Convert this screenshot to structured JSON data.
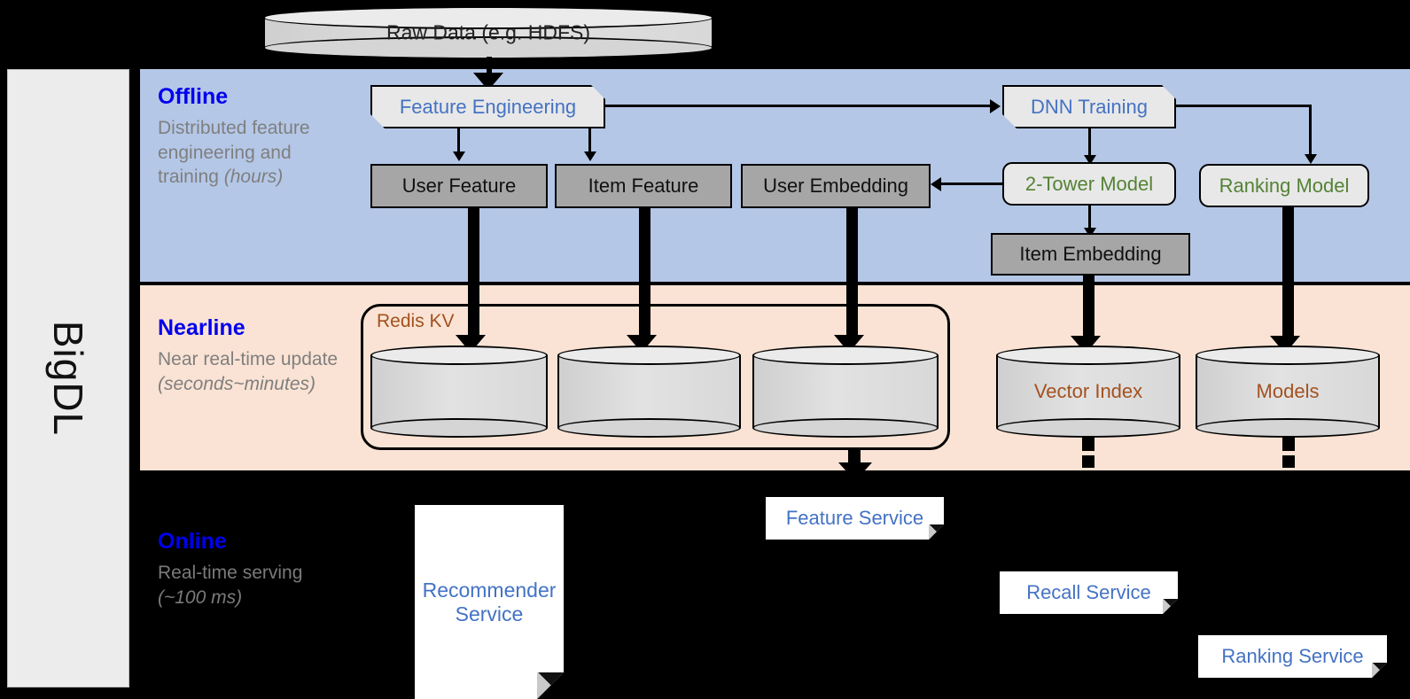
{
  "platform": {
    "name": "BigDL"
  },
  "bands": [
    {
      "id": "offline",
      "title": "Offline",
      "subtitle_plain": "Distributed feature engineering and training ",
      "subtitle_italic": "(hours)"
    },
    {
      "id": "nearline",
      "title": "Nearline",
      "subtitle_plain": "Near real-time update ",
      "subtitle_italic": "(seconds~minutes)"
    },
    {
      "id": "online",
      "title": "Online",
      "subtitle_plain": "Real-time serving ",
      "subtitle_italic": "(~100 ms)"
    }
  ],
  "source": {
    "raw_data": "Raw Data (e.g. HDFS)"
  },
  "offline": {
    "feature_engineering": "Feature Engineering",
    "dnn_training": "DNN Training",
    "user_feature": "User Feature",
    "item_feature": "Item Feature",
    "user_embedding": "User Embedding",
    "two_tower_model": "2-Tower Model",
    "ranking_model": "Ranking Model",
    "item_embedding": "Item Embedding"
  },
  "nearline": {
    "redis_kv": "Redis KV",
    "stores": [
      "",
      "",
      ""
    ],
    "vector_index": "Vector Index",
    "models": "Models"
  },
  "online": {
    "recommender_service": "Recommender\nService",
    "recommender_service_line1": "Recommender",
    "recommender_service_line2": "Service",
    "feature_service": "Feature Service",
    "recall_service": "Recall Service",
    "ranking_service": "Ranking Service"
  },
  "colors": {
    "band_offline_bg": "#b4c7e7",
    "band_nearline_bg": "#fae3d4",
    "band_online_bg": "#000000",
    "band_title": "#0000ee",
    "band_subtitle": "#7f7f7f",
    "process_text": "#4472c4",
    "model_text": "#548235",
    "store_text": "#a3511f",
    "data_box_fill": "#a6a6a6",
    "process_box_fill": "#e8e8e8",
    "rail_fill": "#ececec"
  }
}
